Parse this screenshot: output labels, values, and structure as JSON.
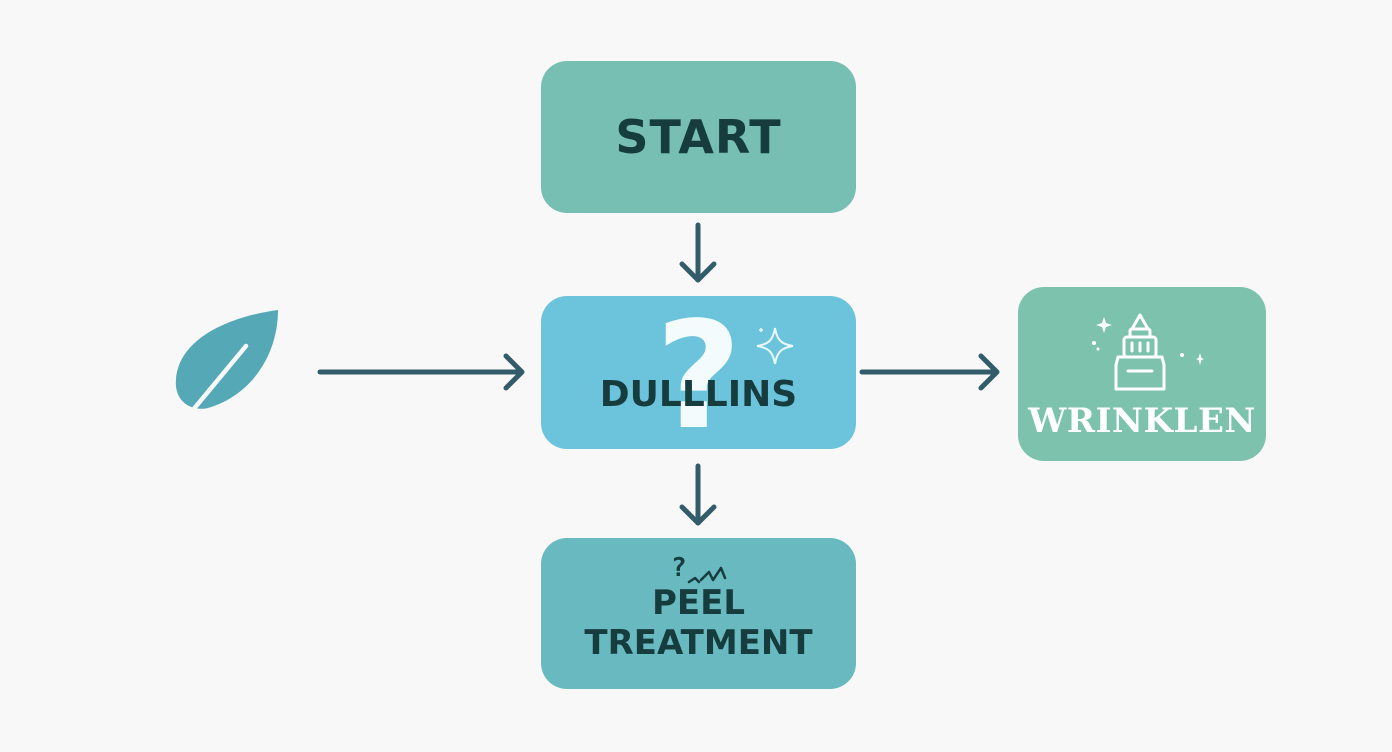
{
  "diagram": {
    "nodes": {
      "start": {
        "label": "START"
      },
      "dullness": {
        "label": "DULLLINS",
        "glyph": "?"
      },
      "wrinkle": {
        "label": "WRINKLEN"
      },
      "peel": {
        "line1": "PEEL",
        "line2": "TREATMENT",
        "glyph": "?"
      }
    },
    "icons": [
      "leaf-icon",
      "sparkle-icon",
      "serum-bottle-icon"
    ],
    "colors": {
      "background": "#f8f8f8",
      "start_fill": "#77bfb2",
      "dullness_fill": "#6cc4dc",
      "wrinkle_fill": "#7cc2ac",
      "peel_fill": "#68b9c0",
      "leaf": "#55a9b6",
      "arrow": "#335c6a",
      "text_dark": "#173c3e"
    }
  }
}
